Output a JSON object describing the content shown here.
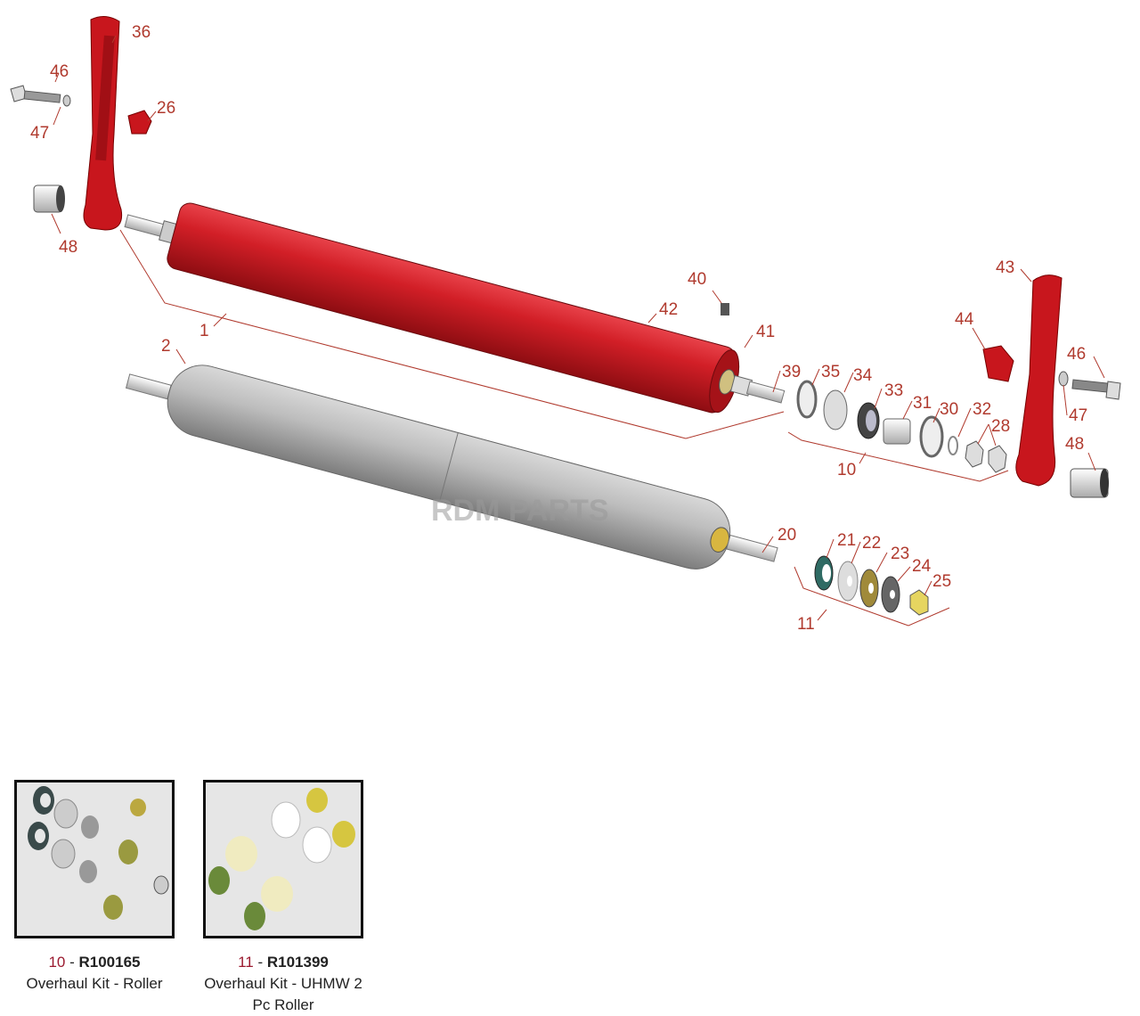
{
  "watermark": "RDM PARTS",
  "callouts": {
    "c36": "36",
    "c46a": "46",
    "c47a": "47",
    "c26": "26",
    "c48a": "48",
    "c1": "1",
    "c2": "2",
    "c42": "42",
    "c40": "40",
    "c41": "41",
    "c39": "39",
    "c35": "35",
    "c34": "34",
    "c33": "33",
    "c31": "31",
    "c30": "30",
    "c32": "32",
    "c28": "28",
    "c10": "10",
    "c43": "43",
    "c44": "44",
    "c46b": "46",
    "c47b": "47",
    "c48b": "48",
    "c20": "20",
    "c21": "21",
    "c22": "22",
    "c23": "23",
    "c24": "24",
    "c25": "25",
    "c11": "11"
  },
  "kits": [
    {
      "number": "10",
      "separator": " - ",
      "part_number": "R100165",
      "description": "Overhaul Kit - Roller"
    },
    {
      "number": "11",
      "separator": " - ",
      "part_number": "R101399",
      "description": "Overhaul Kit - UHMW 2 Pc Roller"
    }
  ],
  "colors": {
    "red": "#c8161d",
    "grey": "#b5b5b5",
    "callout": "#b03a2e"
  }
}
